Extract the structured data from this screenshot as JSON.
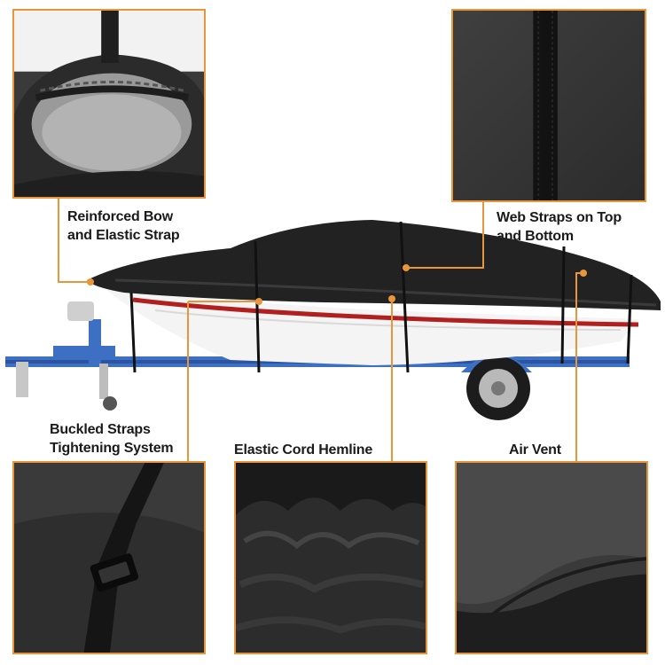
{
  "accent_color": "#e9963a",
  "features": {
    "bow": {
      "line1": "Reinforced Bow",
      "line2": "and Elastic Strap",
      "icon": "bow-pocket-closeup"
    },
    "web_straps": {
      "line1": "Web Straps on Top",
      "line2": "and Bottom",
      "icon": "web-strap-closeup"
    },
    "buckled": {
      "line1": "Buckled Straps",
      "line2": "Tightening System",
      "icon": "buckle-closeup"
    },
    "hemline": {
      "line1": "Elastic Cord Hemline",
      "icon": "hemline-closeup"
    },
    "vent": {
      "line1": "Air Vent",
      "icon": "air-vent-closeup"
    }
  },
  "main_image": {
    "subject": "covered-boat-on-trailer"
  }
}
